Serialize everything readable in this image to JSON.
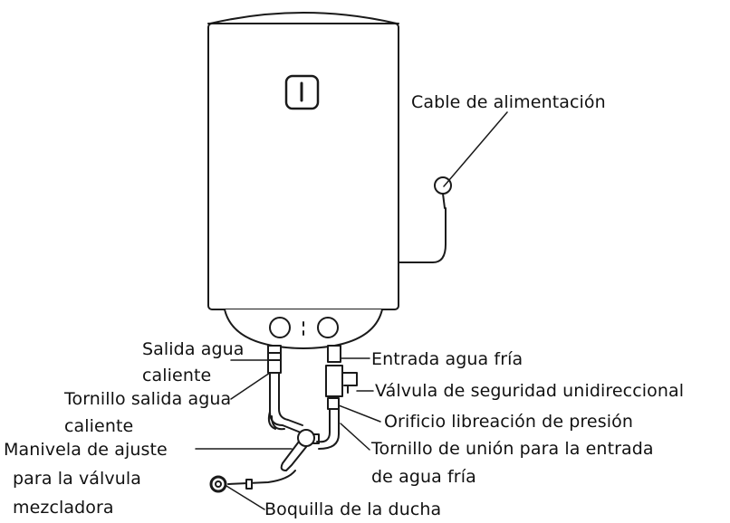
{
  "labels": {
    "power_cable": "Cable de alimentación",
    "hot_outlet_1": "Salida agua",
    "hot_outlet_2": "caliente",
    "hot_screw_1": "Tornillo salida agua",
    "hot_screw_2": "caliente",
    "mixer_handle_1": "Manivela de ajuste",
    "mixer_handle_2": "para la válvula",
    "mixer_handle_3": "mezcladora",
    "cold_inlet": "Entrada agua fría",
    "safety_valve": "Válvula de seguridad unidireccional",
    "pressure_hole": "Orificio libreación de presión",
    "cold_screw_1": "Tornillo de unión para la entrada",
    "cold_screw_2": "de agua fría",
    "shower_nozzle": "Boquilla de la ducha"
  },
  "colors": {
    "line": "#1a1a1a",
    "fill": "#ffffff"
  }
}
